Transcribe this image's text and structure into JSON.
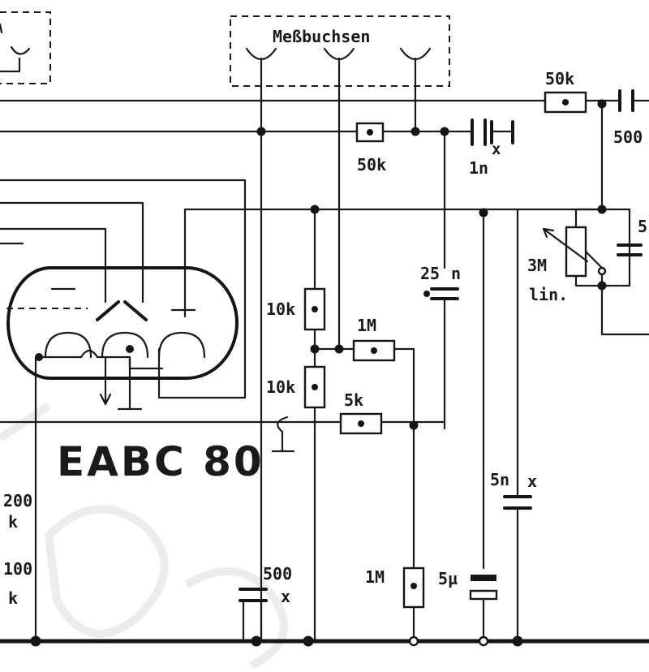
{
  "title": "Meßbuchsen",
  "tube": "EABC 80",
  "labels": {
    "r50k_top": "50k",
    "r50k_mid": "50k",
    "c1n": "1n",
    "c1n_x": "x",
    "c500_top": "500",
    "c25n": "25",
    "c25n_unit": "n",
    "pot": "3M",
    "pot_taper": "lin.",
    "pot_cap": "5",
    "r10k_a": "10k",
    "r10k_b": "10k",
    "r1m_a": "1M",
    "r5k": "5k",
    "c5n": "5n",
    "c5n_x": "x",
    "r200k_a": "200",
    "r200k_b": "k",
    "r100k_a": "100",
    "r100k_b": "k",
    "c500_bot": "500",
    "c500_bot_x": "x",
    "r1m_b": "1M",
    "c5u": "5µ"
  },
  "colors": {
    "ink": "#1a1a1a",
    "paper": "#ffffff"
  }
}
